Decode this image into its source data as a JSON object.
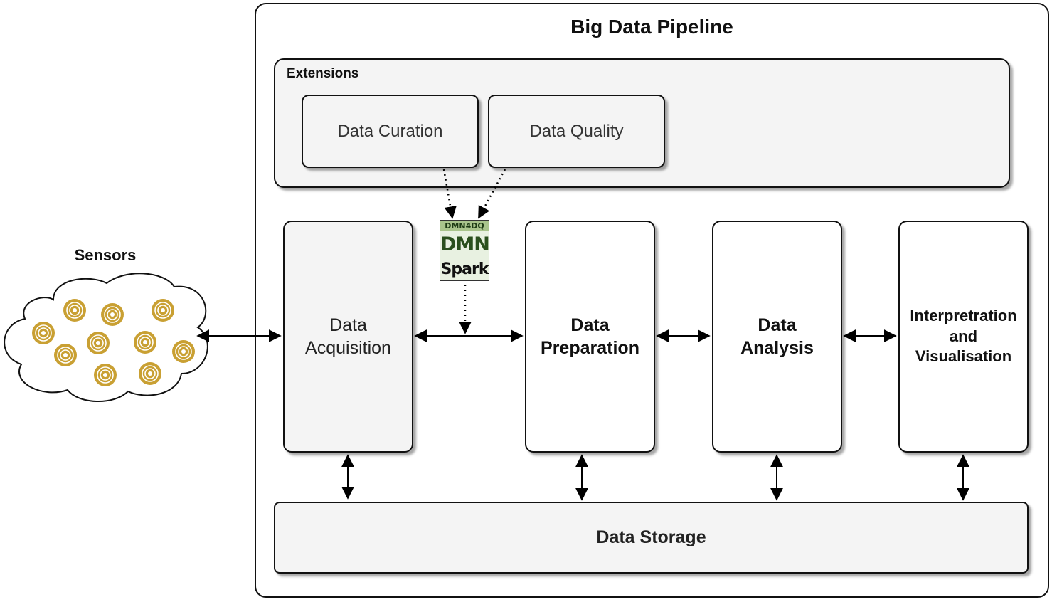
{
  "title": "Big Data Pipeline",
  "sensors": {
    "label": "Sensors",
    "count": 10
  },
  "extensions": {
    "label": "Extensions",
    "items": [
      "Data Curation",
      "Data Quality"
    ]
  },
  "badge": {
    "top": "DMN4DQ",
    "middle": "DMN",
    "bottom": "Spark"
  },
  "stages": {
    "acquisition": "Data\nAcquisition",
    "preparation": "Data\nPreparation",
    "analysis": "Data\nAnalysis",
    "interpretation": "Interpretration\nand\nVisualisation"
  },
  "storage": "Data Storage",
  "colors": {
    "sensor": "#c9a033",
    "badge_green": "#2a4f1d"
  }
}
